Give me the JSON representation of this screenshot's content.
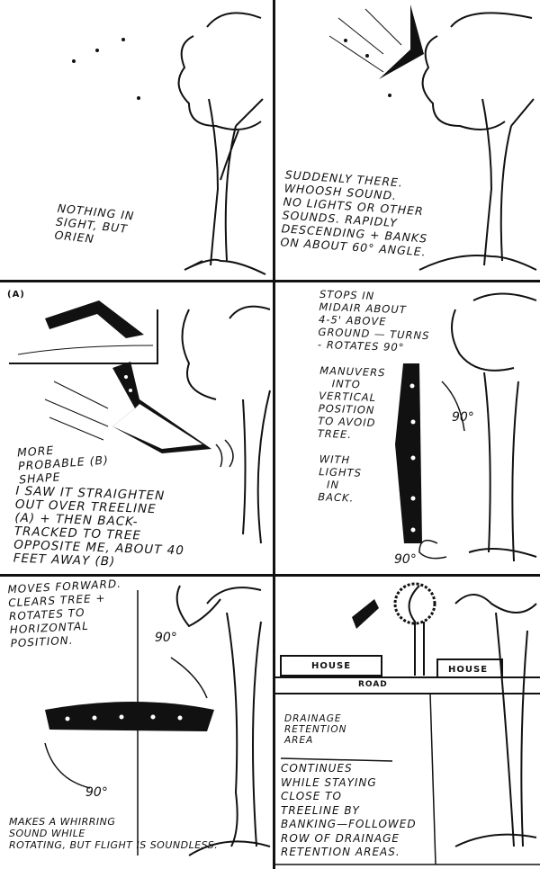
{
  "panels": [
    {
      "id": 1,
      "caption": "Nothing in\nsight, but\nOrien"
    },
    {
      "id": 2,
      "caption": "Suddenly there.\nWhoosh sound.\nNo lights or other\nsounds. Rapidly\ndescending + banks\non about 60° angle."
    },
    {
      "id": 3,
      "inset_label": "(A)",
      "shape_label": "More\nprobable (B)\nshape",
      "caption": "I saw it straighten\nout over treeline\n(A) + then back-\ntracked to tree\nopposite me, about 40\nfeet away (B)"
    },
    {
      "id": 4,
      "caption_top": "Stops in\nmidair about\n4-5' above\nground — turns\n- rotates 90°",
      "caption_mid": "Manuvers\n   into\nvertical\nposition\nto avoid\ntree.",
      "caption_bottom": "With\nlights\n  in\nback.",
      "angle_1": "90°",
      "angle_2": "90°"
    },
    {
      "id": 5,
      "caption_top": "Moves forward.\nClears tree +\nrotates to\nhorizontal\nposition.",
      "angle_1": "90°",
      "angle_2": "90°",
      "caption_bottom": "Makes a whirring\nsound while\nrotating, but flight is soundless."
    },
    {
      "id": 6,
      "house_left": "HOUSE",
      "house_right": "HOUSE",
      "road": "ROAD",
      "area_label": "Drainage\nretention\narea",
      "caption": "Continues\nwhile staying\nclose to\ntreeline by\nbanking—followed\nrow of drainage\nretention areas."
    }
  ]
}
